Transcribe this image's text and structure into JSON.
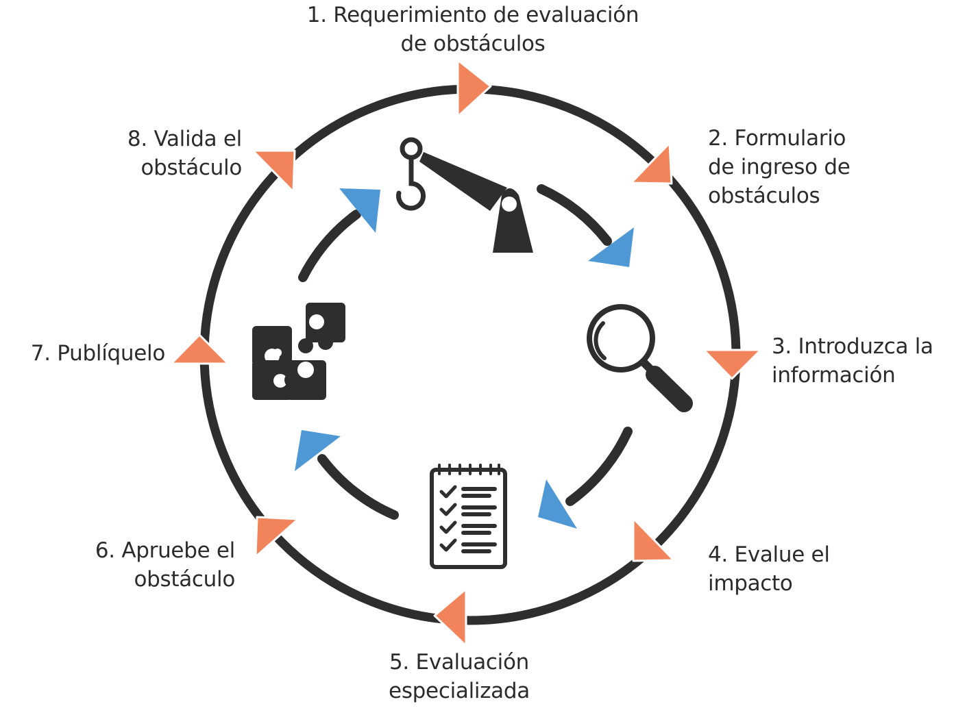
{
  "colors": {
    "ring": "#2e2e2e",
    "outer_arrow": "#f2845c",
    "inner_arrow": "#4f98d6",
    "icon": "#2e2e2e",
    "text": "#2b2b2b"
  },
  "steps": [
    {
      "number": "1",
      "label": "1. Requerimiento de evaluación\nde obstáculos"
    },
    {
      "number": "2",
      "label": "2. Formulario\nde ingreso de\nobstáculos"
    },
    {
      "number": "3",
      "label": "3. Introduzca la\ninformación"
    },
    {
      "number": "4",
      "label": "4. Evalue el\nimpacto"
    },
    {
      "number": "5",
      "label": "5. Evaluación\nespecializada"
    },
    {
      "number": "6",
      "label": "6. Apruebe el\nobstáculo"
    },
    {
      "number": "7",
      "label": "7. Publíquelo"
    },
    {
      "number": "8",
      "label": "8. Valida el\nobstáculo"
    }
  ],
  "inner_icons": [
    "crane-hook-icon",
    "magnifier-icon",
    "checklist-icon",
    "puzzle-icon"
  ]
}
